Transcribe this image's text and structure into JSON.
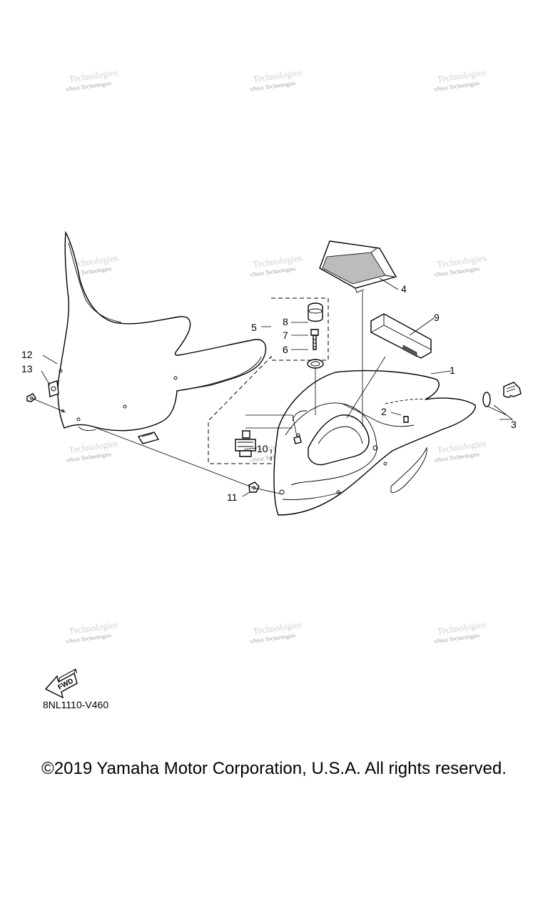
{
  "watermark": {
    "line1": "vNext Technologies",
    "line2": "Technologies"
  },
  "callouts": {
    "p1": "1",
    "p2": "2",
    "p3": "3",
    "p4": "4",
    "p5": "5",
    "p6": "6",
    "p7": "7",
    "p8": "8",
    "p9": "9",
    "p10": "10",
    "p11": "11",
    "p12": "12",
    "p13": "13"
  },
  "fwd_label": "FWD",
  "diagram_code": "8NL1110-V460",
  "copyright": "©2019 Yamaha Motor Corporation, U.S.A. All rights reserved."
}
